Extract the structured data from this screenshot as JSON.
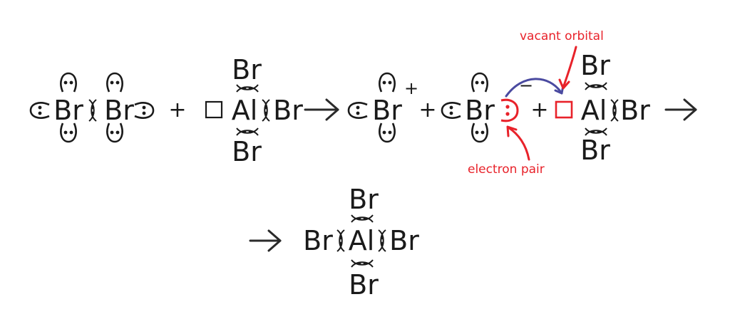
{
  "reactant_br2": {
    "atom1": "Br",
    "atom2": "Br"
  },
  "reactant_albr3": {
    "central": "Al",
    "top": "Br",
    "right": "Br",
    "bottom": "Br"
  },
  "plus_sign": "+",
  "products": {
    "cation": {
      "atom": "Br",
      "charge": "+"
    },
    "anion": {
      "atom": "Br",
      "charge": "−"
    },
    "albr3": {
      "central": "Al",
      "top": "Br",
      "right": "Br",
      "bottom": "Br"
    }
  },
  "annotations": {
    "vacant_orbital": "vacant orbital",
    "electron_pair": "electron pair"
  },
  "final_product": {
    "central": "Al",
    "top": "Br",
    "left": "Br",
    "right": "Br",
    "bottom": "Br"
  },
  "colors": {
    "ink": "#1a1a1a",
    "highlight": "#e8222a",
    "curved_arrow": "#4a4aa0"
  }
}
